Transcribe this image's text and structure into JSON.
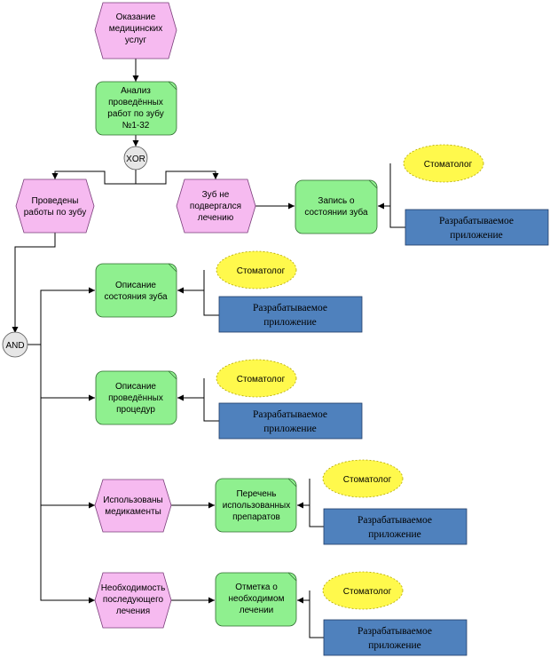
{
  "events": {
    "service": [
      "Оказание",
      "медицинских",
      "услуг"
    ],
    "works_done": [
      "Проведены",
      "работы по зубу"
    ],
    "not_treated": [
      "Зуб не",
      "подвергался",
      "лечению"
    ],
    "meds_used": [
      "Использованы",
      "медикаменты"
    ],
    "followup_needed": [
      "Необходимость",
      "последующего",
      "лечения"
    ]
  },
  "functions": {
    "analysis": [
      "Анализ",
      "проведённых",
      "работ по зубу",
      "№1-32"
    ],
    "record_state": [
      "Запись о",
      "состоянии зуба"
    ],
    "describe_state": [
      "Описание",
      "состояния зуба"
    ],
    "describe_procedures": [
      "Описание",
      "проведённых",
      "процедур"
    ],
    "drug_list": [
      "Перечень",
      "использованных",
      "препаратов"
    ],
    "mark_followup": [
      "Отметка о",
      "необходимом",
      "лечении"
    ]
  },
  "gates": {
    "xor": "XOR",
    "and": "AND"
  },
  "role_label": "Стоматолог",
  "system_label": [
    "Разрабатываемое",
    "приложение"
  ],
  "colors": {
    "event": "#f6baf0",
    "function": "#8ff08f",
    "role": "#fff94c",
    "system": "#4f81bd",
    "gate": "#e6e6e6"
  }
}
